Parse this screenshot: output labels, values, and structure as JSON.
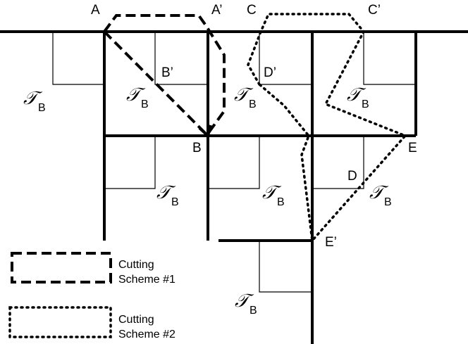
{
  "points": {
    "A": "A",
    "A_prime": "A’",
    "C": "C",
    "C_prime": "C’",
    "B": "B",
    "B_prime": "B’",
    "D": "D",
    "D_prime": "D’",
    "E": "E",
    "E_prime": "E’"
  },
  "tree_label": {
    "glyph": "𝒯",
    "subscript": "B"
  },
  "legend": {
    "scheme1_line1": "Cutting",
    "scheme1_line2": "Scheme #1",
    "scheme2_line1": "Cutting",
    "scheme2_line2": "Scheme #2"
  }
}
